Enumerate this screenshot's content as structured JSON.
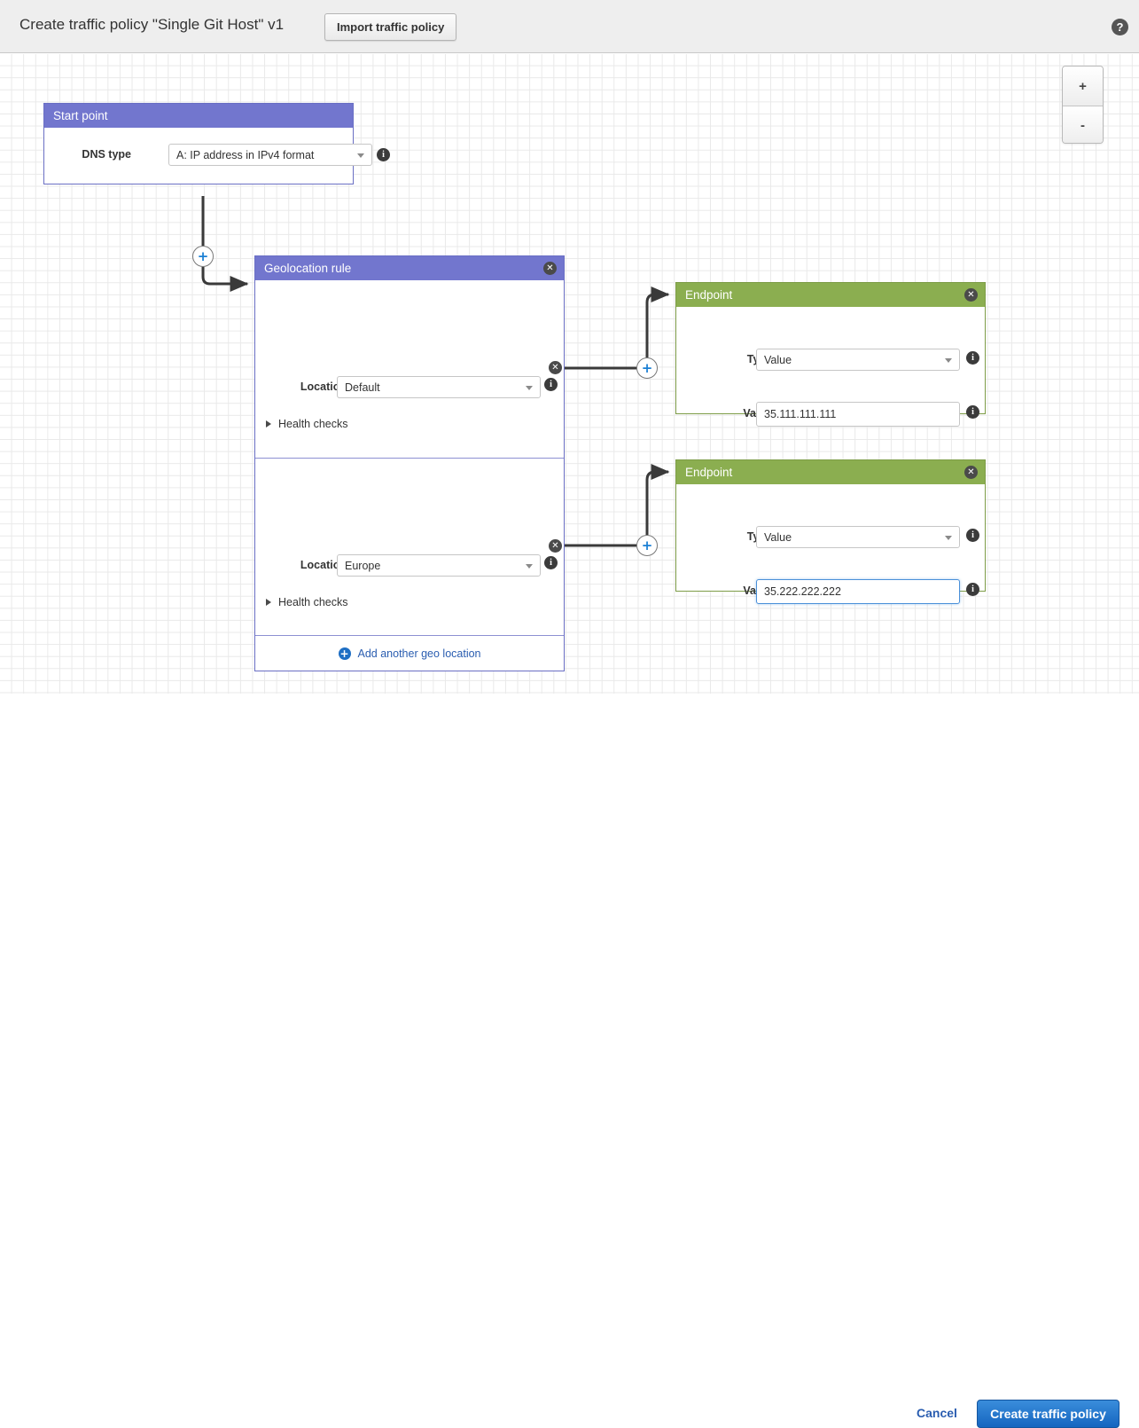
{
  "header": {
    "title": "Create traffic policy \"Single Git Host\" v1",
    "import_button": "Import traffic policy",
    "help_icon": "help-icon",
    "help_glyph": "?"
  },
  "zoom_controls": {
    "zoom_in": "+",
    "zoom_out": "-"
  },
  "colors": {
    "purple_header": "#7276ce",
    "green_header": "#8bae50",
    "link_blue": "#2a5db0",
    "button_blue": "#1565c0",
    "focus_blue": "#4a90d9",
    "grid_line": "#e9e9e9",
    "page_background": "#ffffff",
    "header_background": "#eeeeee"
  },
  "icons": {
    "close": "✕",
    "info": "i",
    "plus": "+"
  },
  "start_point": {
    "title": "Start point",
    "dns_type_label": "DNS type",
    "dns_type_value": "A: IP address in IPv4 format"
  },
  "geolocation_rule": {
    "title": "Geolocation rule",
    "locations": [
      {
        "label": "Location",
        "value": "Default",
        "health_checks_label": "Health checks"
      },
      {
        "label": "Location",
        "value": "Europe",
        "health_checks_label": "Health checks"
      }
    ],
    "add_location_label": "Add another geo location"
  },
  "endpoints": [
    {
      "title": "Endpoint",
      "type_label": "Type",
      "type_value": "Value",
      "value_label": "Value",
      "value": "35.111.111.111",
      "focused": false
    },
    {
      "title": "Endpoint",
      "type_label": "Type",
      "type_value": "Value",
      "value_label": "Value",
      "value": "35.222.222.222",
      "focused": true
    }
  ],
  "footer": {
    "cancel_label": "Cancel",
    "create_label": "Create traffic policy"
  }
}
